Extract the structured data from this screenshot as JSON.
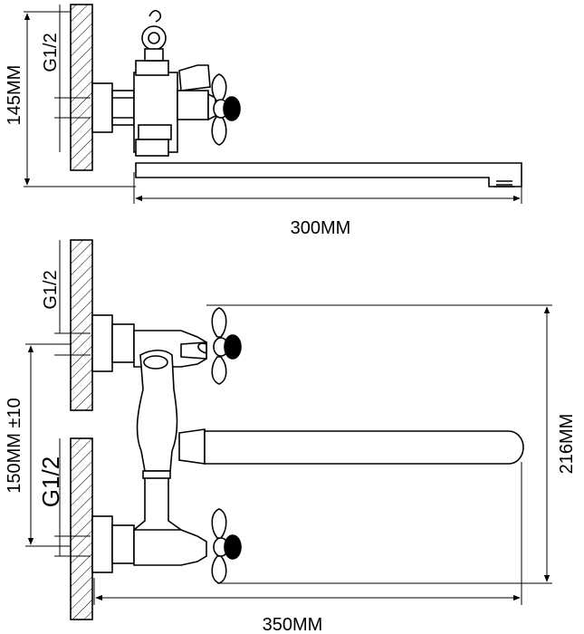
{
  "top_view": {
    "thread_label": "G1/2",
    "height_label": "145MM",
    "length_label": "300MM"
  },
  "bottom_view": {
    "thread_label_upper": "G1/2",
    "thread_label_lower": "G1/2",
    "spacing_label": "150MM ±10",
    "height_label": "216MM",
    "length_label": "350MM"
  },
  "colors": {
    "line": "#000000",
    "background": "#ffffff"
  }
}
